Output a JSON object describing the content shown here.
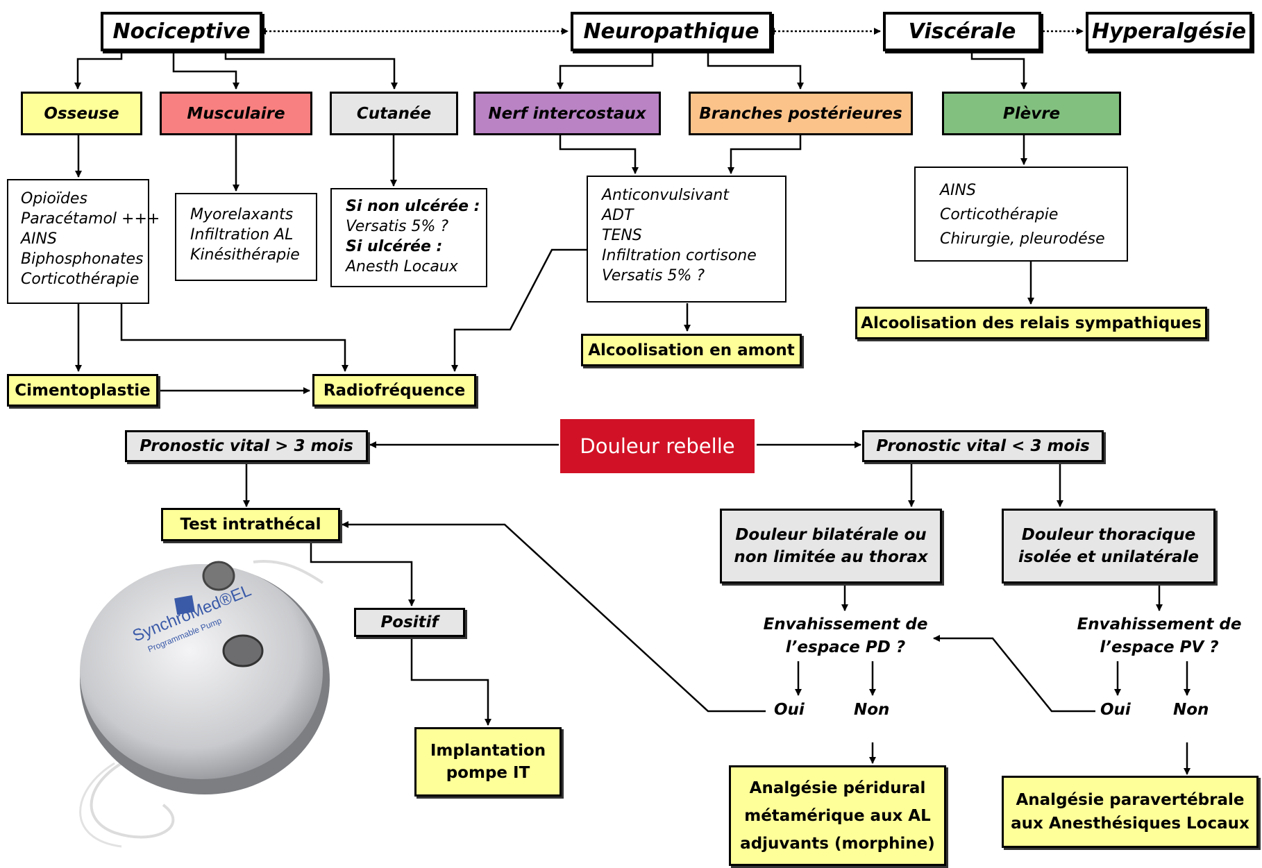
{
  "top": {
    "nociceptive": "Nociceptive",
    "neuropathique": "Neuropathique",
    "viscerale": "Viscérale",
    "hyperalgesie": "Hyperalgésie"
  },
  "categories": {
    "osseuse": "Osseuse",
    "musculaire": "Musculaire",
    "cutanee": "Cutanée",
    "nerf": "Nerf intercostaux",
    "branches": "Branches postérieures",
    "plevre": "Plèvre"
  },
  "colors": {
    "osseuse": "#ffff99",
    "musculaire": "#f98080",
    "cutanee": "#e6e6e6",
    "nerf": "#b983c4",
    "branches": "#fbc38a",
    "plevre": "#82c07f",
    "rebelle": "#d11226"
  },
  "lists": {
    "osseuse": [
      "Opioïdes",
      "Paracétamol +++",
      "AINS",
      "Biphosphonates",
      "Corticothérapie"
    ],
    "musculaire": [
      "Myorelaxants",
      "Infiltration AL",
      "Kinésithérapie"
    ],
    "cutanee": [
      "Si non ulcérée :",
      "Versatis 5% ?",
      "Si ulcérée :",
      "Anesth Locaux"
    ],
    "neuro": [
      "Anticonvulsivant",
      "ADT",
      "TENS",
      "Infiltration cortisone",
      "Versatis 5% ?"
    ],
    "plevre": [
      "AINS",
      "Corticothérapie",
      "Chirurgie, pleurodése"
    ]
  },
  "actions": {
    "cimentoplastie": "Cimentoplastie",
    "radiofrequence": "Radiofréquence",
    "alcool_amont": "Alcoolisation en amont",
    "alcool_relais": "Alcoolisation des relais sympathiques"
  },
  "bottom": {
    "rebelle": "Douleur rebelle",
    "prono_gt": "Pronostic vital > 3 mois",
    "prono_lt": "Pronostic vital < 3 mois",
    "test_it": "Test intrathécal",
    "positif": "Positif",
    "implantation": [
      "Implantation",
      "pompe IT"
    ],
    "bilat": [
      "Douleur bilatérale ou",
      "non limitée au thorax"
    ],
    "thorac": [
      "Douleur thoracique",
      "isolée et unilatérale"
    ],
    "env_pd": [
      "Envahissement de",
      "l’espace PD ?"
    ],
    "env_pv": [
      "Envahissement de",
      "l’espace PV ?"
    ],
    "oui": "Oui",
    "non": "Non",
    "analgesie_peri": [
      "Analgésie péridural",
      "métamérique aux AL",
      "adjuvants (morphine)"
    ],
    "analgesie_para": [
      "Analgésie paravertébrale",
      "aux Anesthésiques Locaux"
    ]
  },
  "pump": {
    "brand": "SynchroMed®EL",
    "sub": "Programmable Pump"
  }
}
